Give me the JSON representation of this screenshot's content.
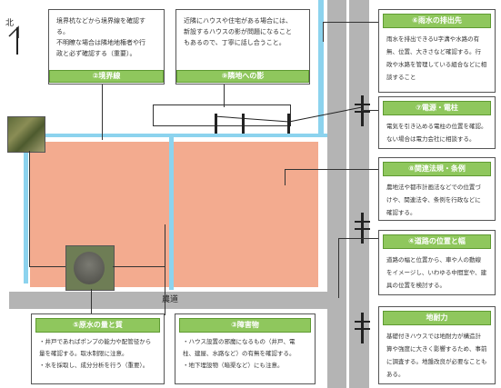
{
  "north": {
    "label": "北"
  },
  "road": {
    "label": "農道"
  },
  "callouts": {
    "boundary": {
      "title": "②境界線",
      "body": "境界杭などから境界線を確認する。\n不明瞭な場合は隣地地権者や行\n政と必ず確認する（重要）。"
    },
    "neighbor": {
      "title": "⑨隣地への影",
      "body": "近隣にハウスや住宅がある場合には、\n新設するハウスの影が問題になること\nもあるので、丁寧に話し合うこと。"
    },
    "drainage": {
      "title": "⑥雨水の排出先",
      "body": "雨水を排出できるU字溝や水路の有\n無、位置、大きさなど確認する。行\n政や水路を管理している組合などに相\n談すること"
    },
    "power": {
      "title": "⑦電源・電柱",
      "body": "電気を引き込める電柱の位置を確認。\nない場合は電力会社に相談する。"
    },
    "laws": {
      "title": "⑧関連法規・条例",
      "body": "農地法や都市計画法などでの位置づ\nけや、関連法令、条例を行政などに\n確認する。"
    },
    "access": {
      "title": "④道路の位置と幅",
      "body": "道路の幅と位置から、車や人の動線\nをイメージし、いわゆる中間室や、建\n具の位置を検討する。"
    },
    "strength": {
      "title": "地耐力",
      "body": "基礎付きハウスでは地耐力が構造計\n算や強度に大きく影響するため、事前\nに調査する。地盤改良が必要なことも\nある。"
    },
    "water": {
      "title": "⑤原水の量と質",
      "body": "・井戸であればポンプの能力や配管径から\n量を確認する。取水制限に注意。\n・水を採取し、成分分析を行う（重要）。"
    },
    "obstacles": {
      "title": "③障害物",
      "body": "・ハウス設置の邪魔になるもの（井戸、電\n柱、建屋、水路など）の有無を確認する。\n・地下埋設物（暗渠など）にも注意。"
    }
  }
}
